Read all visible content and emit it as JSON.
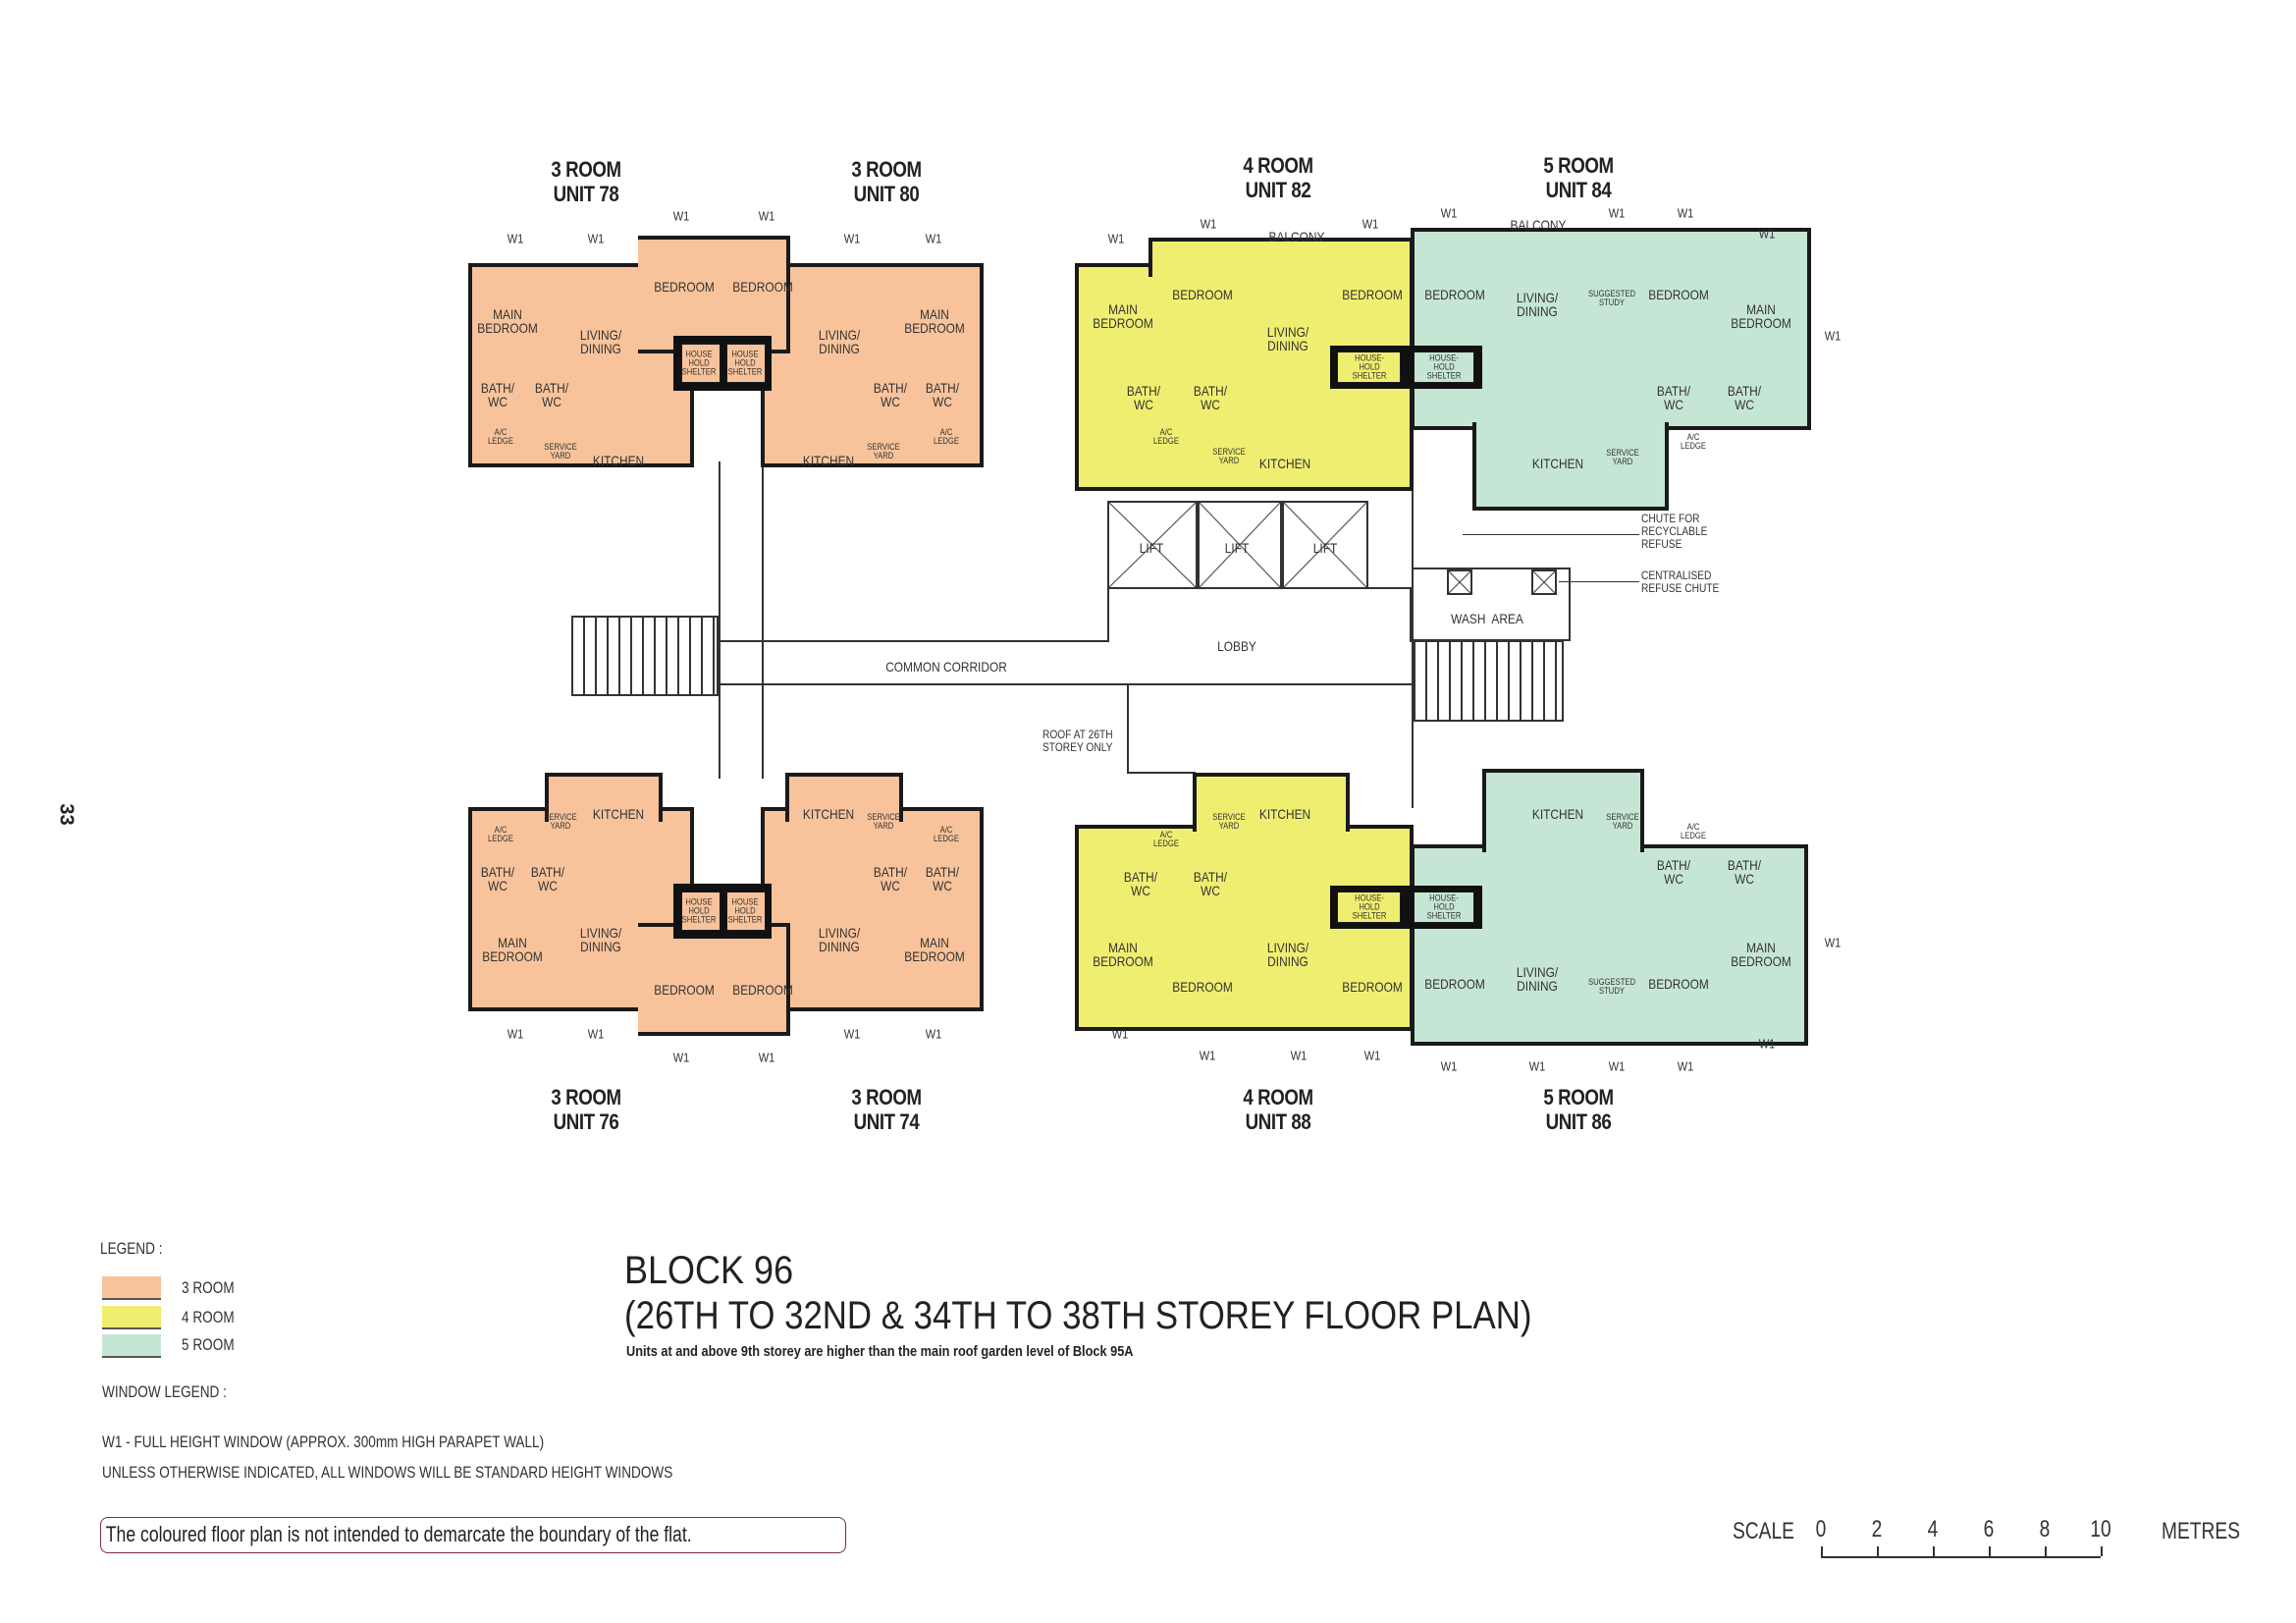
{
  "page_number": "33",
  "window_tag": "W1",
  "units": [
    {
      "type": "3 ROOM",
      "unit": "UNIT 78",
      "rooms": [
        "MAIN\nBEDROOM",
        "LIVING/\nDINING",
        "BEDROOM",
        "HOUSE\nHOLD\nSHELTER",
        "BATH/\nWC",
        "BATH/\nWC",
        "A/C\nLEDGE",
        "SERVICE\nYARD",
        "KITCHEN"
      ]
    },
    {
      "type": "3 ROOM",
      "unit": "UNIT 80",
      "rooms": [
        "BEDROOM",
        "HOUSE\nHOLD\nSHELTER",
        "LIVING/\nDINING",
        "MAIN\nBEDROOM",
        "BATH/\nWC",
        "BATH/\nWC",
        "A/C\nLEDGE",
        "SERVICE\nYARD",
        "KITCHEN"
      ]
    },
    {
      "type": "4 ROOM",
      "unit": "UNIT 82",
      "rooms": [
        "MAIN\nBEDROOM",
        "BEDROOM",
        "LIVING/\nDINING",
        "BEDROOM",
        "BALCONY",
        "HOUSE-\nHOLD\nSHELTER",
        "BATH/\nWC",
        "BATH/\nWC",
        "A/C\nLEDGE",
        "SERVICE\nYARD",
        "KITCHEN"
      ]
    },
    {
      "type": "5 ROOM",
      "unit": "UNIT 84",
      "rooms": [
        "BALCONY",
        "BEDROOM",
        "LIVING/\nDINING",
        "SUGGESTED\nSTUDY",
        "BEDROOM",
        "MAIN\nBEDROOM",
        "HOUSE-\nHOLD\nSHELTER",
        "BATH/\nWC",
        "BATH/\nWC",
        "A/C\nLEDGE",
        "KITCHEN",
        "SERVICE\nYARD"
      ]
    },
    {
      "type": "3 ROOM",
      "unit": "UNIT 76",
      "rooms": [
        "KITCHEN",
        "SERVICE\nYARD",
        "A/C\nLEDGE",
        "BATH/\nWC",
        "BATH/\nWC",
        "MAIN\nBEDROOM",
        "LIVING/\nDINING",
        "HOUSE\nHOLD\nSHELTER",
        "BEDROOM"
      ]
    },
    {
      "type": "3 ROOM",
      "unit": "UNIT 74",
      "rooms": [
        "KITCHEN",
        "SERVICE\nYARD",
        "A/C\nLEDGE",
        "BATH/\nWC",
        "BATH/\nWC",
        "MAIN\nBEDROOM",
        "LIVING/\nDINING",
        "HOUSE\nHOLD\nSHELTER",
        "BEDROOM"
      ]
    },
    {
      "type": "4 ROOM",
      "unit": "UNIT 88",
      "rooms": [
        "KITCHEN",
        "SERVICE\nYARD",
        "A/C\nLEDGE",
        "BATH/\nWC",
        "BATH/\nWC",
        "MAIN\nBEDROOM",
        "BEDROOM",
        "LIVING/\nDINING",
        "BEDROOM",
        "HOUSE-\nHOLD\nSHELTER"
      ]
    },
    {
      "type": "5 ROOM",
      "unit": "UNIT 86",
      "rooms": [
        "KITCHEN",
        "SERVICE\nYARD",
        "A/C\nLEDGE",
        "BATH/\nWC",
        "BATH/\nWC",
        "MAIN\nBEDROOM",
        "BEDROOM",
        "SUGGESTED\nSTUDY",
        "LIVING/\nDINING",
        "BEDROOM",
        "HOUSE-\nHOLD\nSHELTER"
      ]
    }
  ],
  "common": {
    "corridor": "COMMON CORRIDOR",
    "lobby": "LOBBY",
    "lift": "LIFT",
    "wash_area": "WASH  AREA",
    "chute_recyclable": "CHUTE FOR\nRECYCLABLE\nREFUSE",
    "centralised_chute": "CENTRALISED\nREFUSE CHUTE",
    "roof_note": "ROOF AT 26TH\nSTOREY ONLY"
  },
  "legend": {
    "title": "LEGEND :",
    "items": [
      {
        "label": "3 ROOM",
        "color": "#f8c39b"
      },
      {
        "label": "4 ROOM",
        "color": "#f0ee70"
      },
      {
        "label": "5 ROOM",
        "color": "#c5e6d5"
      }
    ],
    "window_title": "WINDOW LEGEND :",
    "window_line1": "W1 - FULL HEIGHT WINDOW (APPROX. 300mm HIGH PARAPET WALL)",
    "window_line2": "UNLESS OTHERWISE INDICATED, ALL WINDOWS WILL BE STANDARD HEIGHT WINDOWS"
  },
  "title": {
    "line1": "BLOCK 96",
    "line2": "(26TH TO 32ND & 34TH TO 38TH STOREY FLOOR PLAN)",
    "subtitle": "Units at and above 9th storey are higher than the main roof garden level of Block 95A"
  },
  "disclaimer": "The coloured floor plan is not intended to demarcate the boundary of the flat.",
  "scale": {
    "label": "SCALE",
    "ticks": [
      "0",
      "2",
      "4",
      "6",
      "8",
      "10"
    ],
    "unit": "METRES"
  }
}
